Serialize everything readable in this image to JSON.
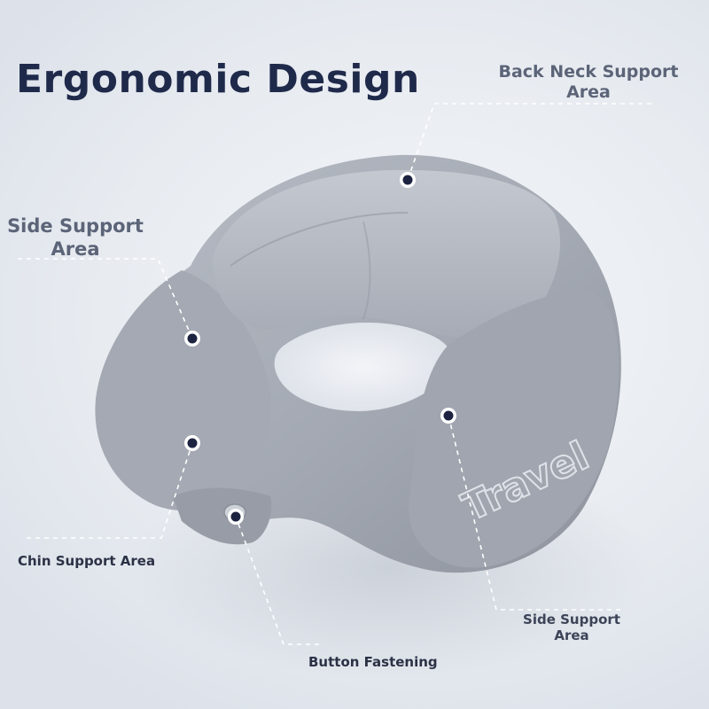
{
  "headline": "Ergonomic Design",
  "callouts": {
    "back_neck": "Back Neck Support Area",
    "side_left": "Side Support Area",
    "chin": "Chin Support Area",
    "button": "Button Fastening",
    "side_right": "Side Support Area"
  },
  "embroidery": "Travel",
  "colors": {
    "headline": "#1f2a4b",
    "pillow": "#a9aeb8",
    "marker": "#1c2340"
  }
}
